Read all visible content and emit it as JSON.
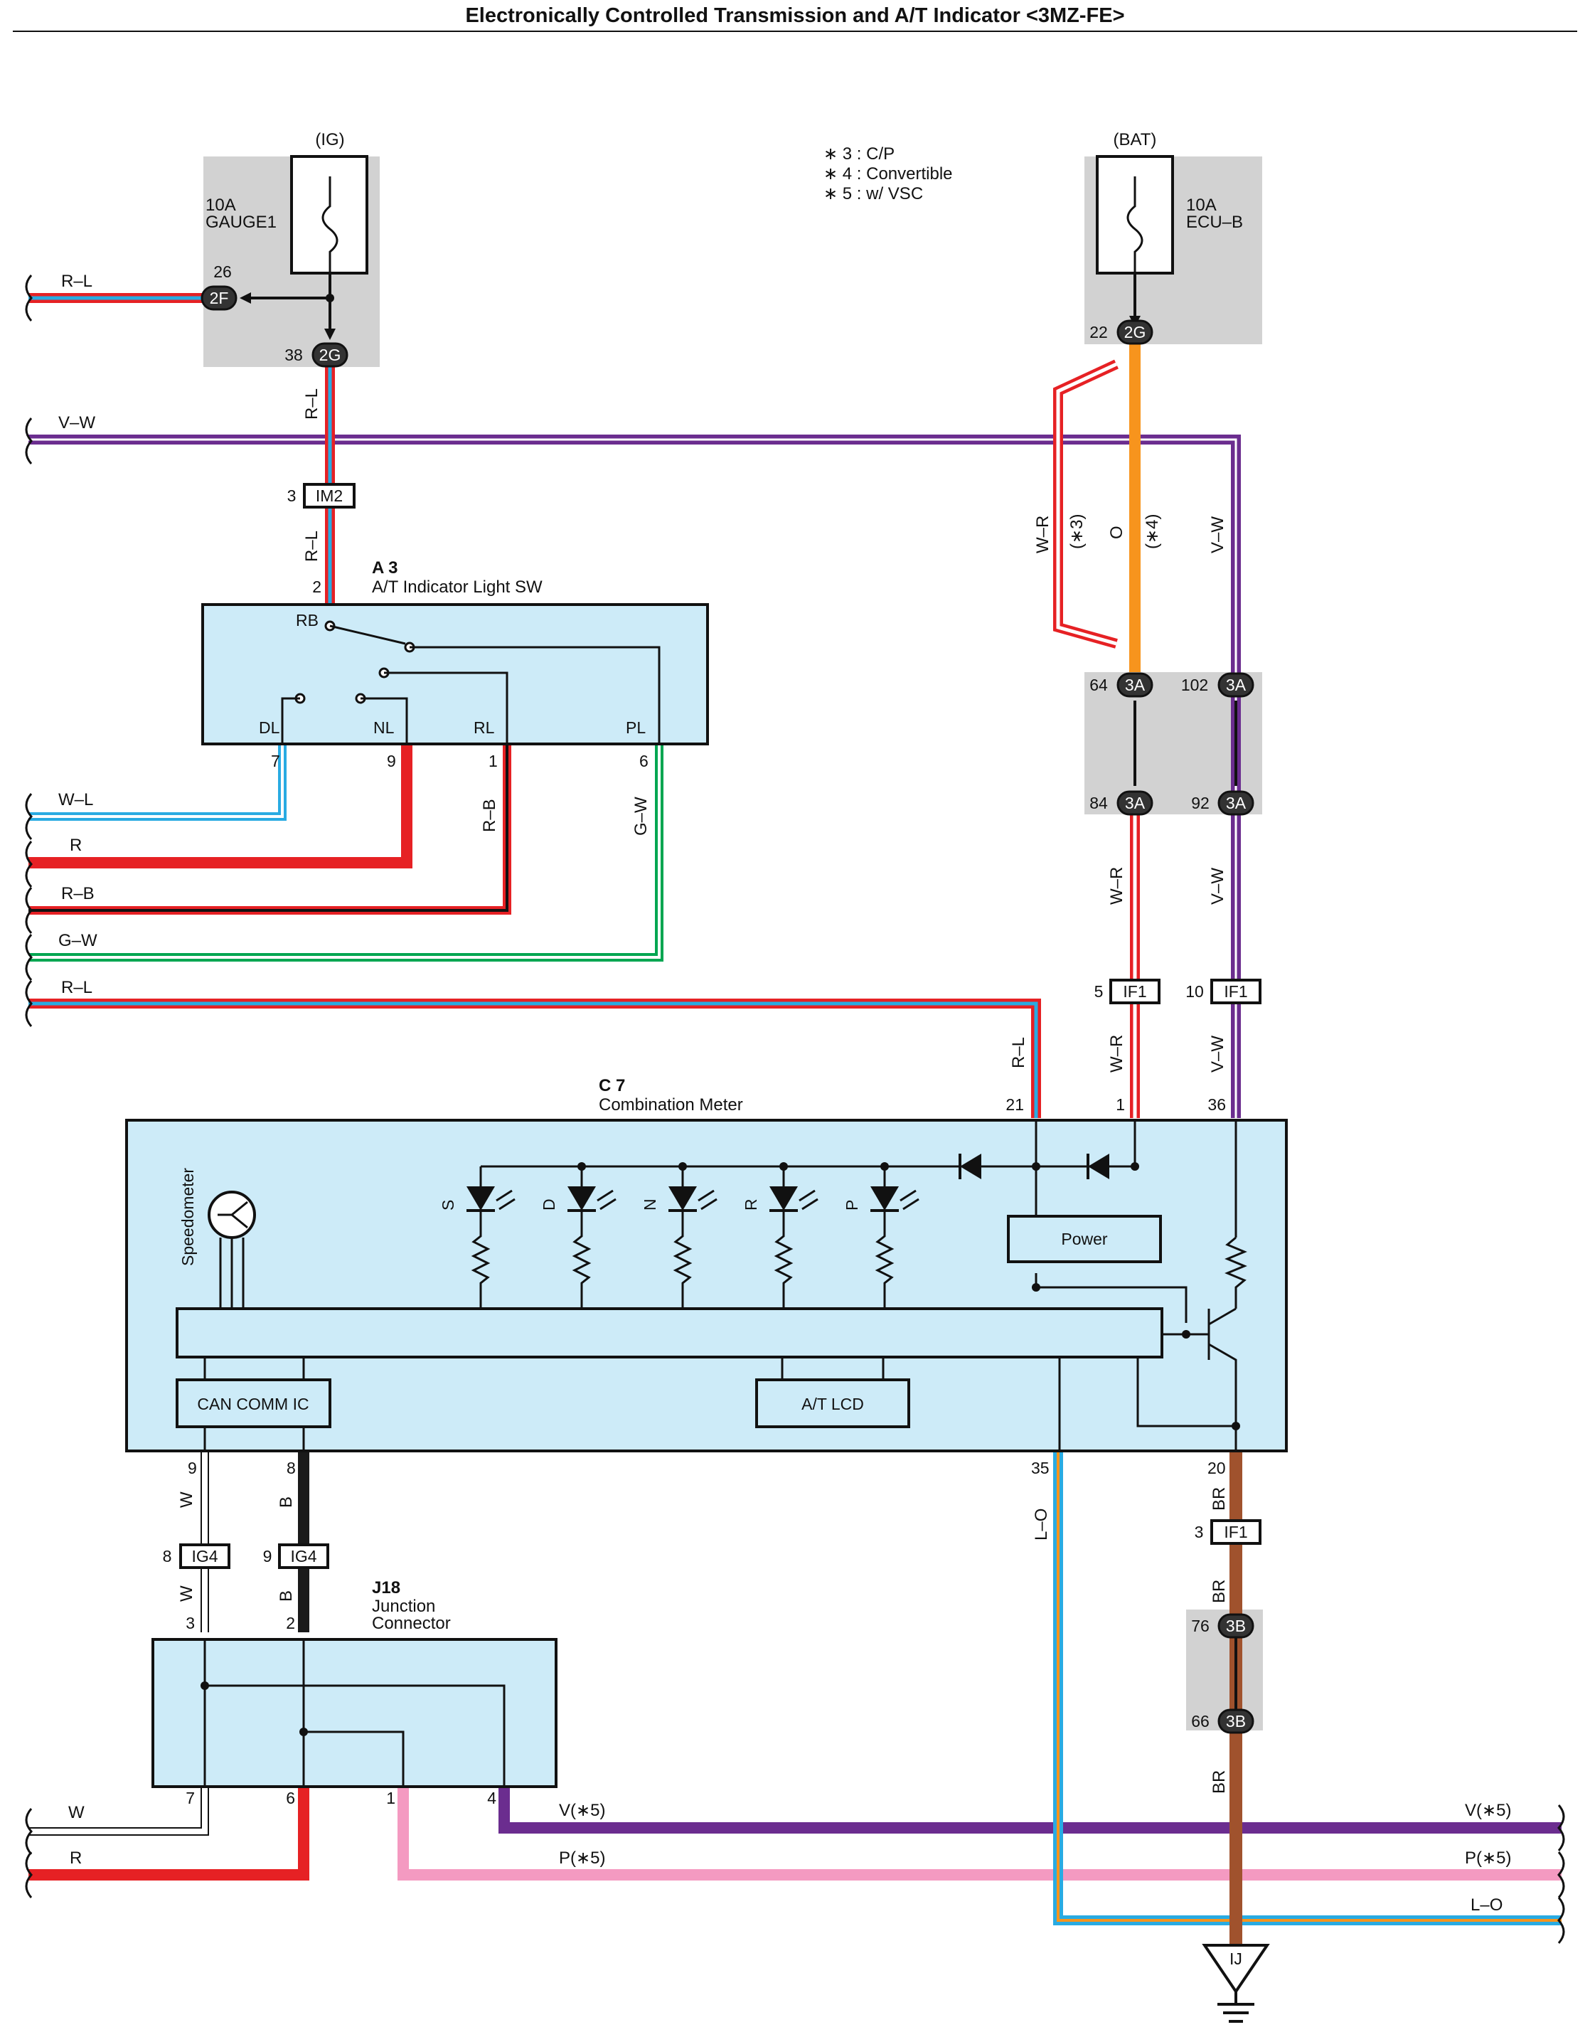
{
  "title": "Electronically Controlled Transmission and A/T Indicator <3MZ-FE>",
  "notes": [
    "∗ 3 : C/P",
    "∗ 4 : Convertible",
    "∗ 5 : w/ VSC"
  ],
  "colors": {
    "R": "#e62124",
    "L": "#29abe2",
    "V": "#6b2d8f",
    "O": "#f7941d",
    "G": "#00a651",
    "B": "#1a1a1a",
    "W": "#ffffff",
    "BR": "#a0522d",
    "P": "#f49ac1",
    "component_fill": "#cdebf8",
    "junction_fill": "#d2d2d2"
  },
  "power": {
    "ig": {
      "label": "(IG)",
      "fuse_amp": "10A",
      "fuse_name": "GAUGE1"
    },
    "bat": {
      "label": "(BAT)",
      "fuse_amp": "10A",
      "fuse_name": "ECU–B"
    }
  },
  "connectors": {
    "c2f": {
      "code": "2F",
      "pin": "26"
    },
    "c2g_ig": {
      "code": "2G",
      "pin": "38"
    },
    "c2g_bat": {
      "code": "2G",
      "pin": "22"
    },
    "im2": {
      "code": "IM2",
      "pin": "3"
    },
    "c3a_64": {
      "code": "3A",
      "pin": "64"
    },
    "c3a_102": {
      "code": "3A",
      "pin": "102"
    },
    "c3a_84": {
      "code": "3A",
      "pin": "84"
    },
    "c3a_92": {
      "code": "3A",
      "pin": "92"
    },
    "if1_5": {
      "code": "IF1",
      "pin": "5"
    },
    "if1_10": {
      "code": "IF1",
      "pin": "10"
    },
    "if1_3": {
      "code": "IF1",
      "pin": "3"
    },
    "ig4_8": {
      "code": "IG4",
      "pin": "8"
    },
    "ig4_9": {
      "code": "IG4",
      "pin": "9"
    },
    "c3b_76": {
      "code": "3B",
      "pin": "76"
    },
    "c3b_66": {
      "code": "3B",
      "pin": "66"
    },
    "ground": {
      "code": "IJ"
    }
  },
  "components": {
    "a3": {
      "id": "A 3",
      "name": "A/T Indicator Light SW",
      "pin_top": "2",
      "contact_rb": "RB",
      "terminals": [
        "DL",
        "NL",
        "RL",
        "PL"
      ],
      "pins": [
        "7",
        "9",
        "1",
        "6"
      ]
    },
    "c7": {
      "id": "C 7",
      "name": "Combination Meter",
      "pins_top": [
        "21",
        "1",
        "36"
      ],
      "pins_bottom": [
        "9",
        "8",
        "35",
        "20"
      ],
      "speedometer": "Speedometer",
      "leds": [
        "S",
        "D",
        "N",
        "R",
        "P"
      ],
      "power_block": "Power",
      "can_ic": "CAN COMM IC",
      "lcd": "A/T LCD"
    },
    "j18": {
      "id": "J18",
      "name_line1": "Junction",
      "name_line2": "Connector",
      "pins_top": [
        "3",
        "2"
      ],
      "pins_bottom": [
        "7",
        "6",
        "1",
        "4"
      ]
    }
  },
  "wire_labels": {
    "rl_left_top": "R–L",
    "vw_left": "V–W",
    "rl_vert_1": "R–L",
    "rl_vert_2": "R–L",
    "wl_left": "W–L",
    "r_left": "R",
    "rb_left": "R–B",
    "gw_left": "G–W",
    "rl_left_low": "R–L",
    "rb_vert": "R–B",
    "gw_vert": "G–W",
    "wr_vert_top": "W–R",
    "note3": "(∗3)",
    "o_vert": "O",
    "note4": "(∗4)",
    "vw_vert_top": "V–W",
    "wr_vert_mid": "W–R",
    "vw_vert_mid": "V–W",
    "rl_vert_c7": "R–L",
    "wr_vert_c7": "W–R",
    "vw_vert_c7": "V–W",
    "w_vert_1": "W",
    "b_vert_1": "B",
    "w_vert_2": "W",
    "b_vert_2": "B",
    "lo_vert": "L–O",
    "br_1": "BR",
    "br_2": "BR",
    "br_3": "BR",
    "w_left_bottom": "W",
    "r_left_bottom": "R",
    "v5_mid": "V(∗5)",
    "p5_mid": "P(∗5)",
    "v5_right": "V(∗5)",
    "p5_right": "P(∗5)",
    "lo_right": "L–O"
  }
}
